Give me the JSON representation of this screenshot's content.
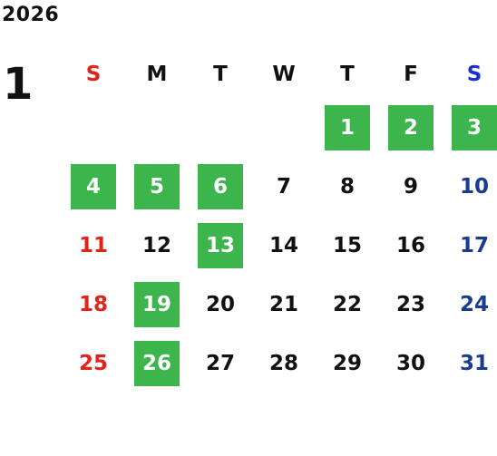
{
  "calendar": {
    "year": "2026",
    "month": "1",
    "weekdays": [
      {
        "label": "S",
        "color": "#e2231a"
      },
      {
        "label": "M",
        "color": "#111111"
      },
      {
        "label": "T",
        "color": "#111111"
      },
      {
        "label": "W",
        "color": "#111111"
      },
      {
        "label": "T",
        "color": "#111111"
      },
      {
        "label": "F",
        "color": "#111111"
      },
      {
        "label": "S",
        "color": "#1a2fd6"
      }
    ],
    "weeks": [
      [
        {
          "day": "",
          "highlighted": false
        },
        {
          "day": "",
          "highlighted": false
        },
        {
          "day": "",
          "highlighted": false
        },
        {
          "day": "",
          "highlighted": false
        },
        {
          "day": "1",
          "highlighted": true
        },
        {
          "day": "2",
          "highlighted": true
        },
        {
          "day": "3",
          "highlighted": true
        }
      ],
      [
        {
          "day": "4",
          "highlighted": true
        },
        {
          "day": "5",
          "highlighted": true
        },
        {
          "day": "6",
          "highlighted": true
        },
        {
          "day": "7",
          "highlighted": false
        },
        {
          "day": "8",
          "highlighted": false
        },
        {
          "day": "9",
          "highlighted": false
        },
        {
          "day": "10",
          "highlighted": false
        }
      ],
      [
        {
          "day": "11",
          "highlighted": false
        },
        {
          "day": "12",
          "highlighted": false
        },
        {
          "day": "13",
          "highlighted": true
        },
        {
          "day": "14",
          "highlighted": false
        },
        {
          "day": "15",
          "highlighted": false
        },
        {
          "day": "16",
          "highlighted": false
        },
        {
          "day": "17",
          "highlighted": false
        }
      ],
      [
        {
          "day": "18",
          "highlighted": false
        },
        {
          "day": "19",
          "highlighted": true
        },
        {
          "day": "20",
          "highlighted": false
        },
        {
          "day": "21",
          "highlighted": false
        },
        {
          "day": "22",
          "highlighted": false
        },
        {
          "day": "23",
          "highlighted": false
        },
        {
          "day": "24",
          "highlighted": false
        }
      ],
      [
        {
          "day": "25",
          "highlighted": false
        },
        {
          "day": "26",
          "highlighted": true
        },
        {
          "day": "27",
          "highlighted": false
        },
        {
          "day": "28",
          "highlighted": false
        },
        {
          "day": "29",
          "highlighted": false
        },
        {
          "day": "30",
          "highlighted": false
        },
        {
          "day": "31",
          "highlighted": false
        }
      ]
    ],
    "colors": {
      "highlight": "#3cb54c",
      "sunday": "#e2231a",
      "saturday": "#1a3c8f",
      "weekday": "#111111"
    }
  }
}
